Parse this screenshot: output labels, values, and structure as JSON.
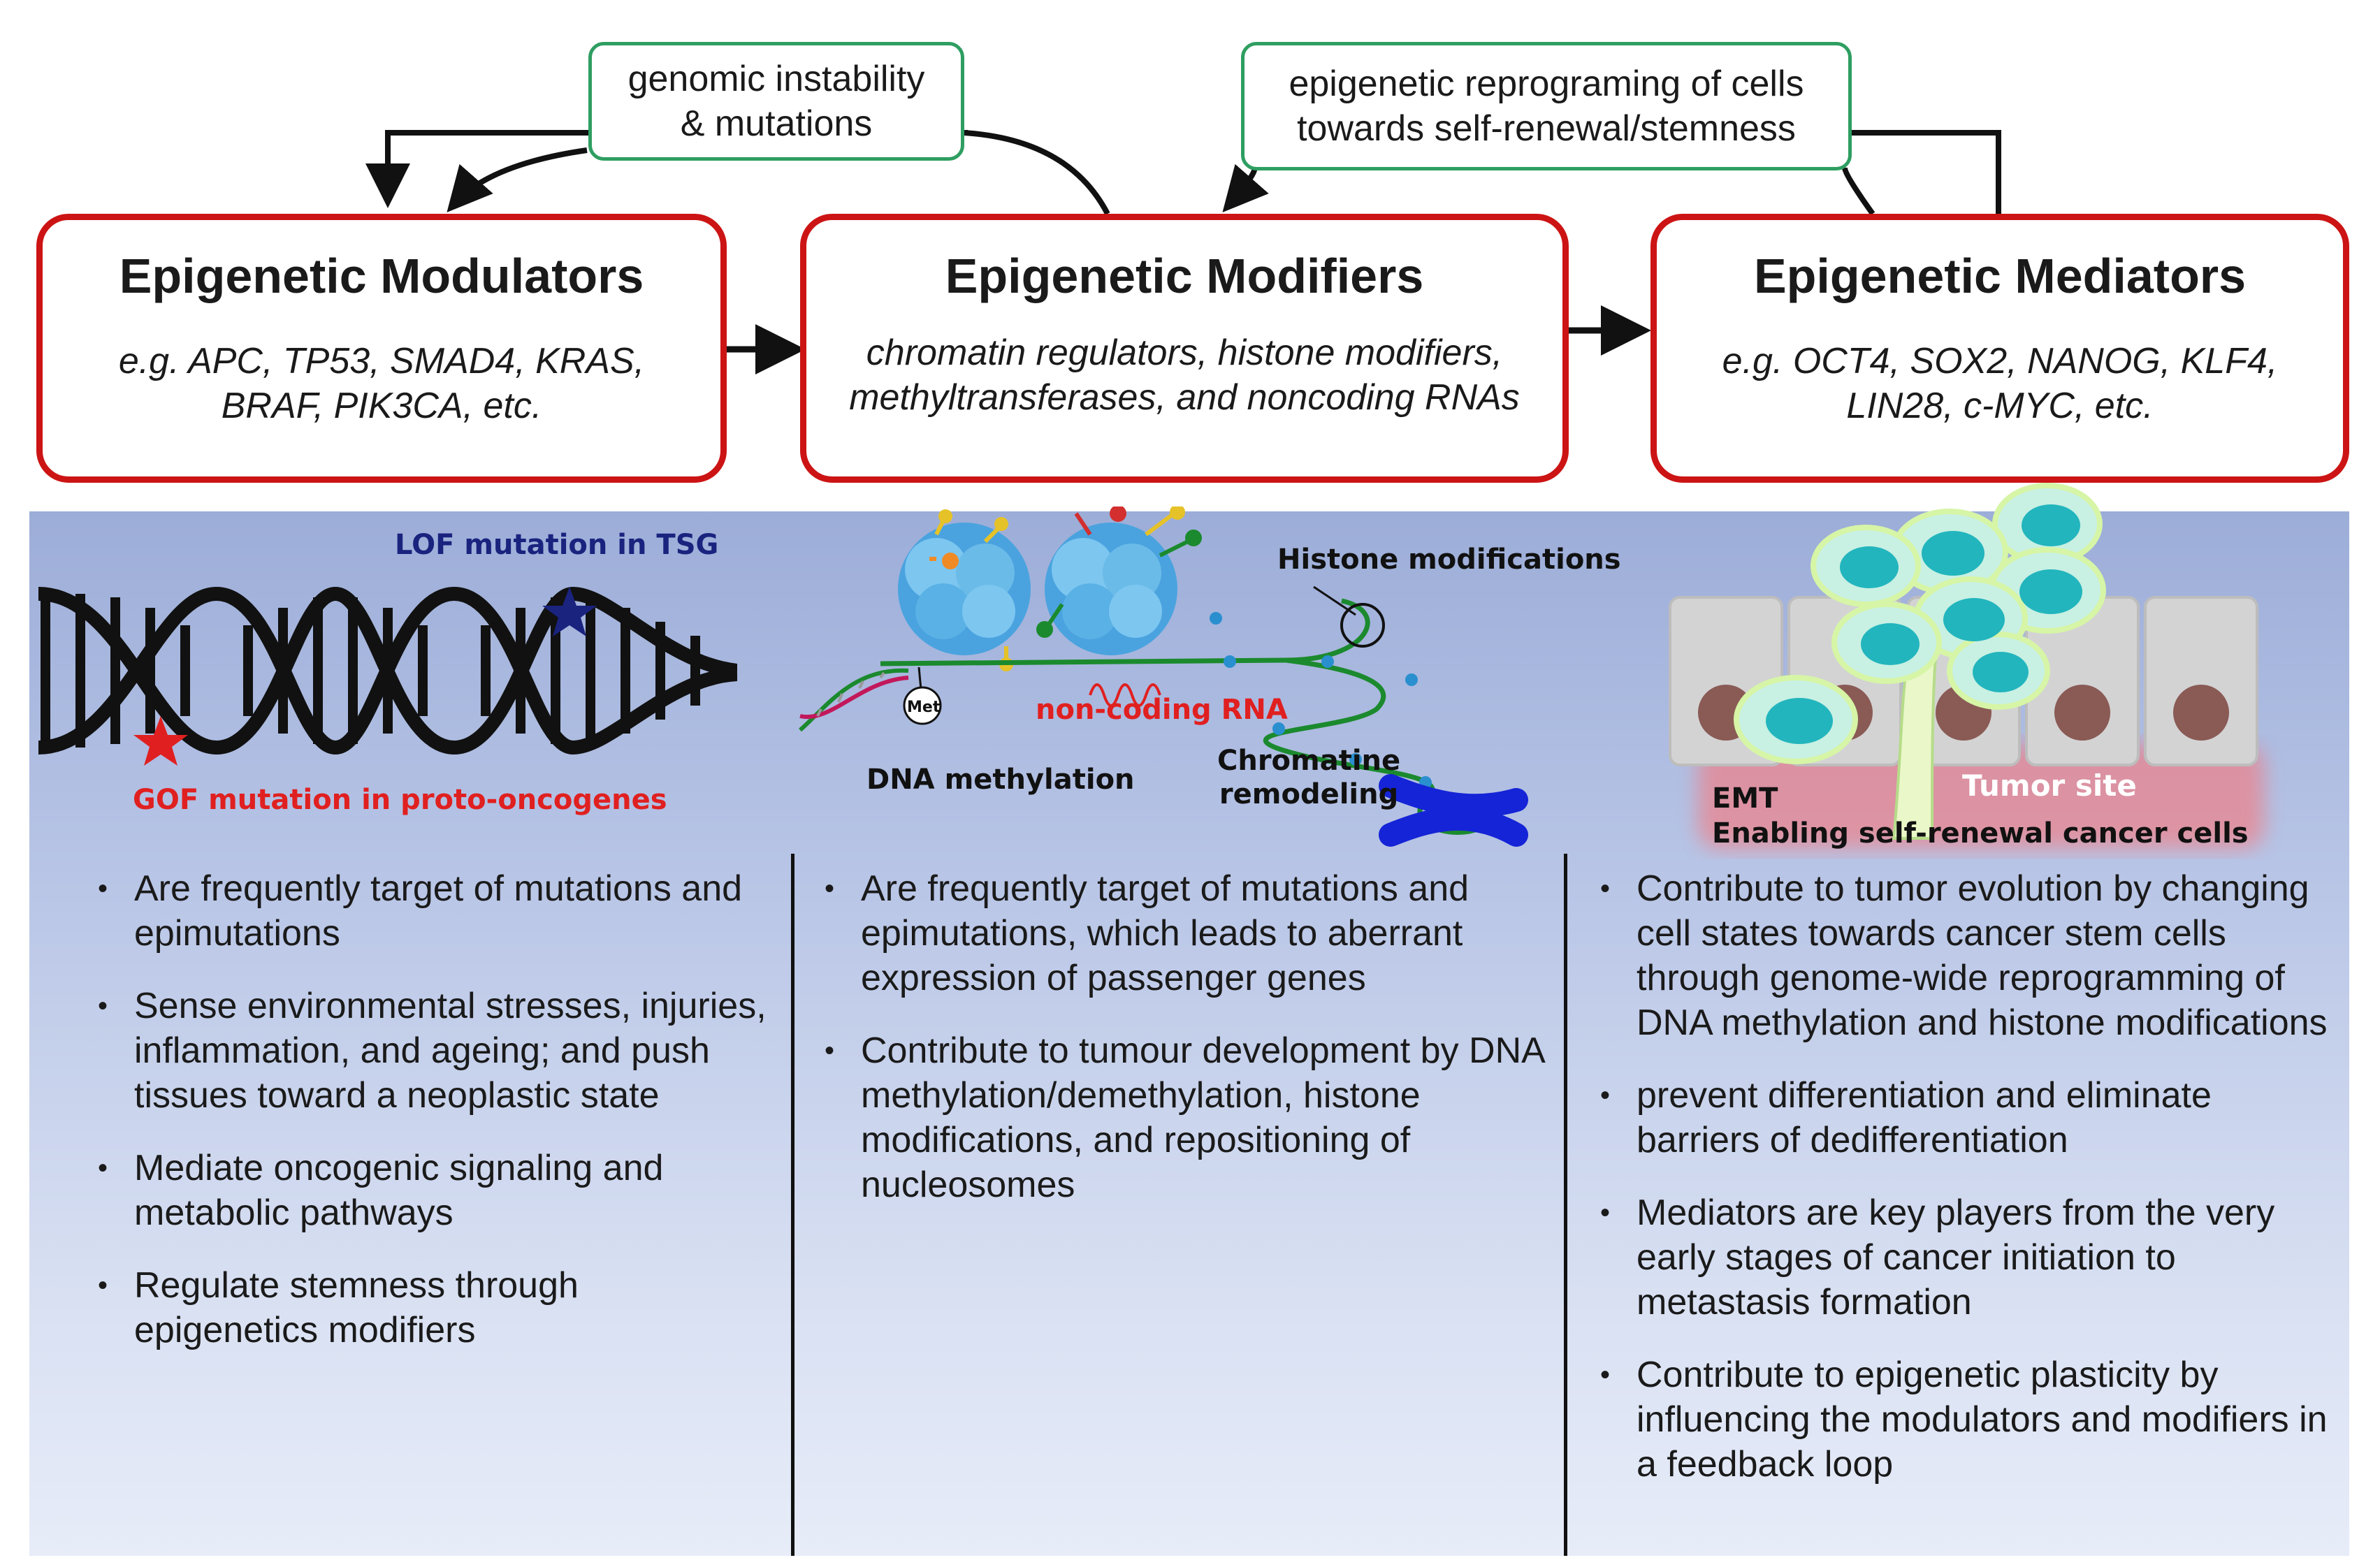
{
  "feedback": {
    "left": {
      "line1": "genomic instability",
      "line2": "& mutations"
    },
    "right": {
      "line1": "epigenetic reprograming of cells",
      "line2": "towards self-renewal/stemness"
    }
  },
  "categories": {
    "modulators": {
      "title": "Epigenetic Modulators",
      "line1": "e.g. APC, TP53, SMAD4, KRAS,",
      "line2": "BRAF, PIK3CA, etc."
    },
    "modifiers": {
      "title": "Epigenetic Modifiers",
      "line1": "chromatin regulators, histone modifiers,",
      "line2": "methyltransferases, and noncoding RNAs"
    },
    "mediators": {
      "title": "Epigenetic Mediators",
      "line1": "e.g. OCT4, SOX2, NANOG, KLF4,",
      "line2": "LIN28, c-MYC, etc."
    }
  },
  "illustrations": {
    "dna": {
      "lof_label": "LOF mutation in TSG",
      "gof_label": "GOF mutation in proto-oncogenes"
    },
    "chromatin": {
      "histone_label": "Histone modifications",
      "ncrna_label": "non-coding RNA",
      "met_label": "Met",
      "dna_methylation_label": "DNA methylation",
      "remodeling_line1": "Chromatine",
      "remodeling_line2": "remodeling"
    },
    "tumor": {
      "tumor_site_label": "Tumor site",
      "emt_label": "EMT",
      "enabling_label": "Enabling self-renewal cancer cells"
    }
  },
  "bullets": {
    "modulators": [
      "Are frequently target of mutations and epimutations",
      "Sense environmental stresses, injuries, inflammation, and ageing; and push tissues toward a neoplastic state",
      "Mediate oncogenic signaling and metabolic pathways",
      "Regulate stemness through epigenetics modifiers"
    ],
    "modifiers": [
      "Are frequently target of mutations and epimutations, which leads to aberrant expression of passenger genes",
      "Contribute to tumour development by DNA methylation/demethylation, histone modifications, and repositioning of nucleosomes"
    ],
    "mediators": [
      "Contribute to tumor evolution by changing cell states towards cancer stem cells through genome-wide reprogramming of DNA methylation and histone modifications",
      "prevent differentiation and eliminate barriers of dedifferentiation",
      "Mediators are key players from the very early stages of cancer initiation to metastasis formation",
      "Contribute to epigenetic plasticity by influencing the modulators and modifiers in a feedback loop"
    ]
  },
  "colors": {
    "box_border": "#cc1414",
    "feedback_border": "#2e9e61",
    "lof": "#1a237e",
    "gof": "#e02020",
    "panel": "#b8c5e6"
  }
}
